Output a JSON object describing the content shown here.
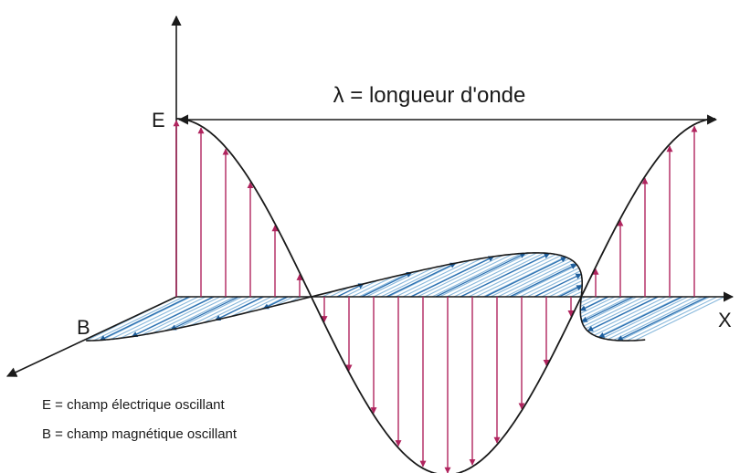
{
  "diagram": {
    "wavelength_label": "λ = longueur d'onde",
    "axis_e": "E",
    "axis_b": "B",
    "axis_x": "X",
    "legend": {
      "e": "E = champ électrique oscillant",
      "b": "B = champ magnétique oscillant"
    },
    "colors": {
      "e_field": "#b0245e",
      "b_field": "#2a6fb0",
      "b_hatch": "#8ab9dc",
      "curve": "#1a1a1a"
    }
  }
}
